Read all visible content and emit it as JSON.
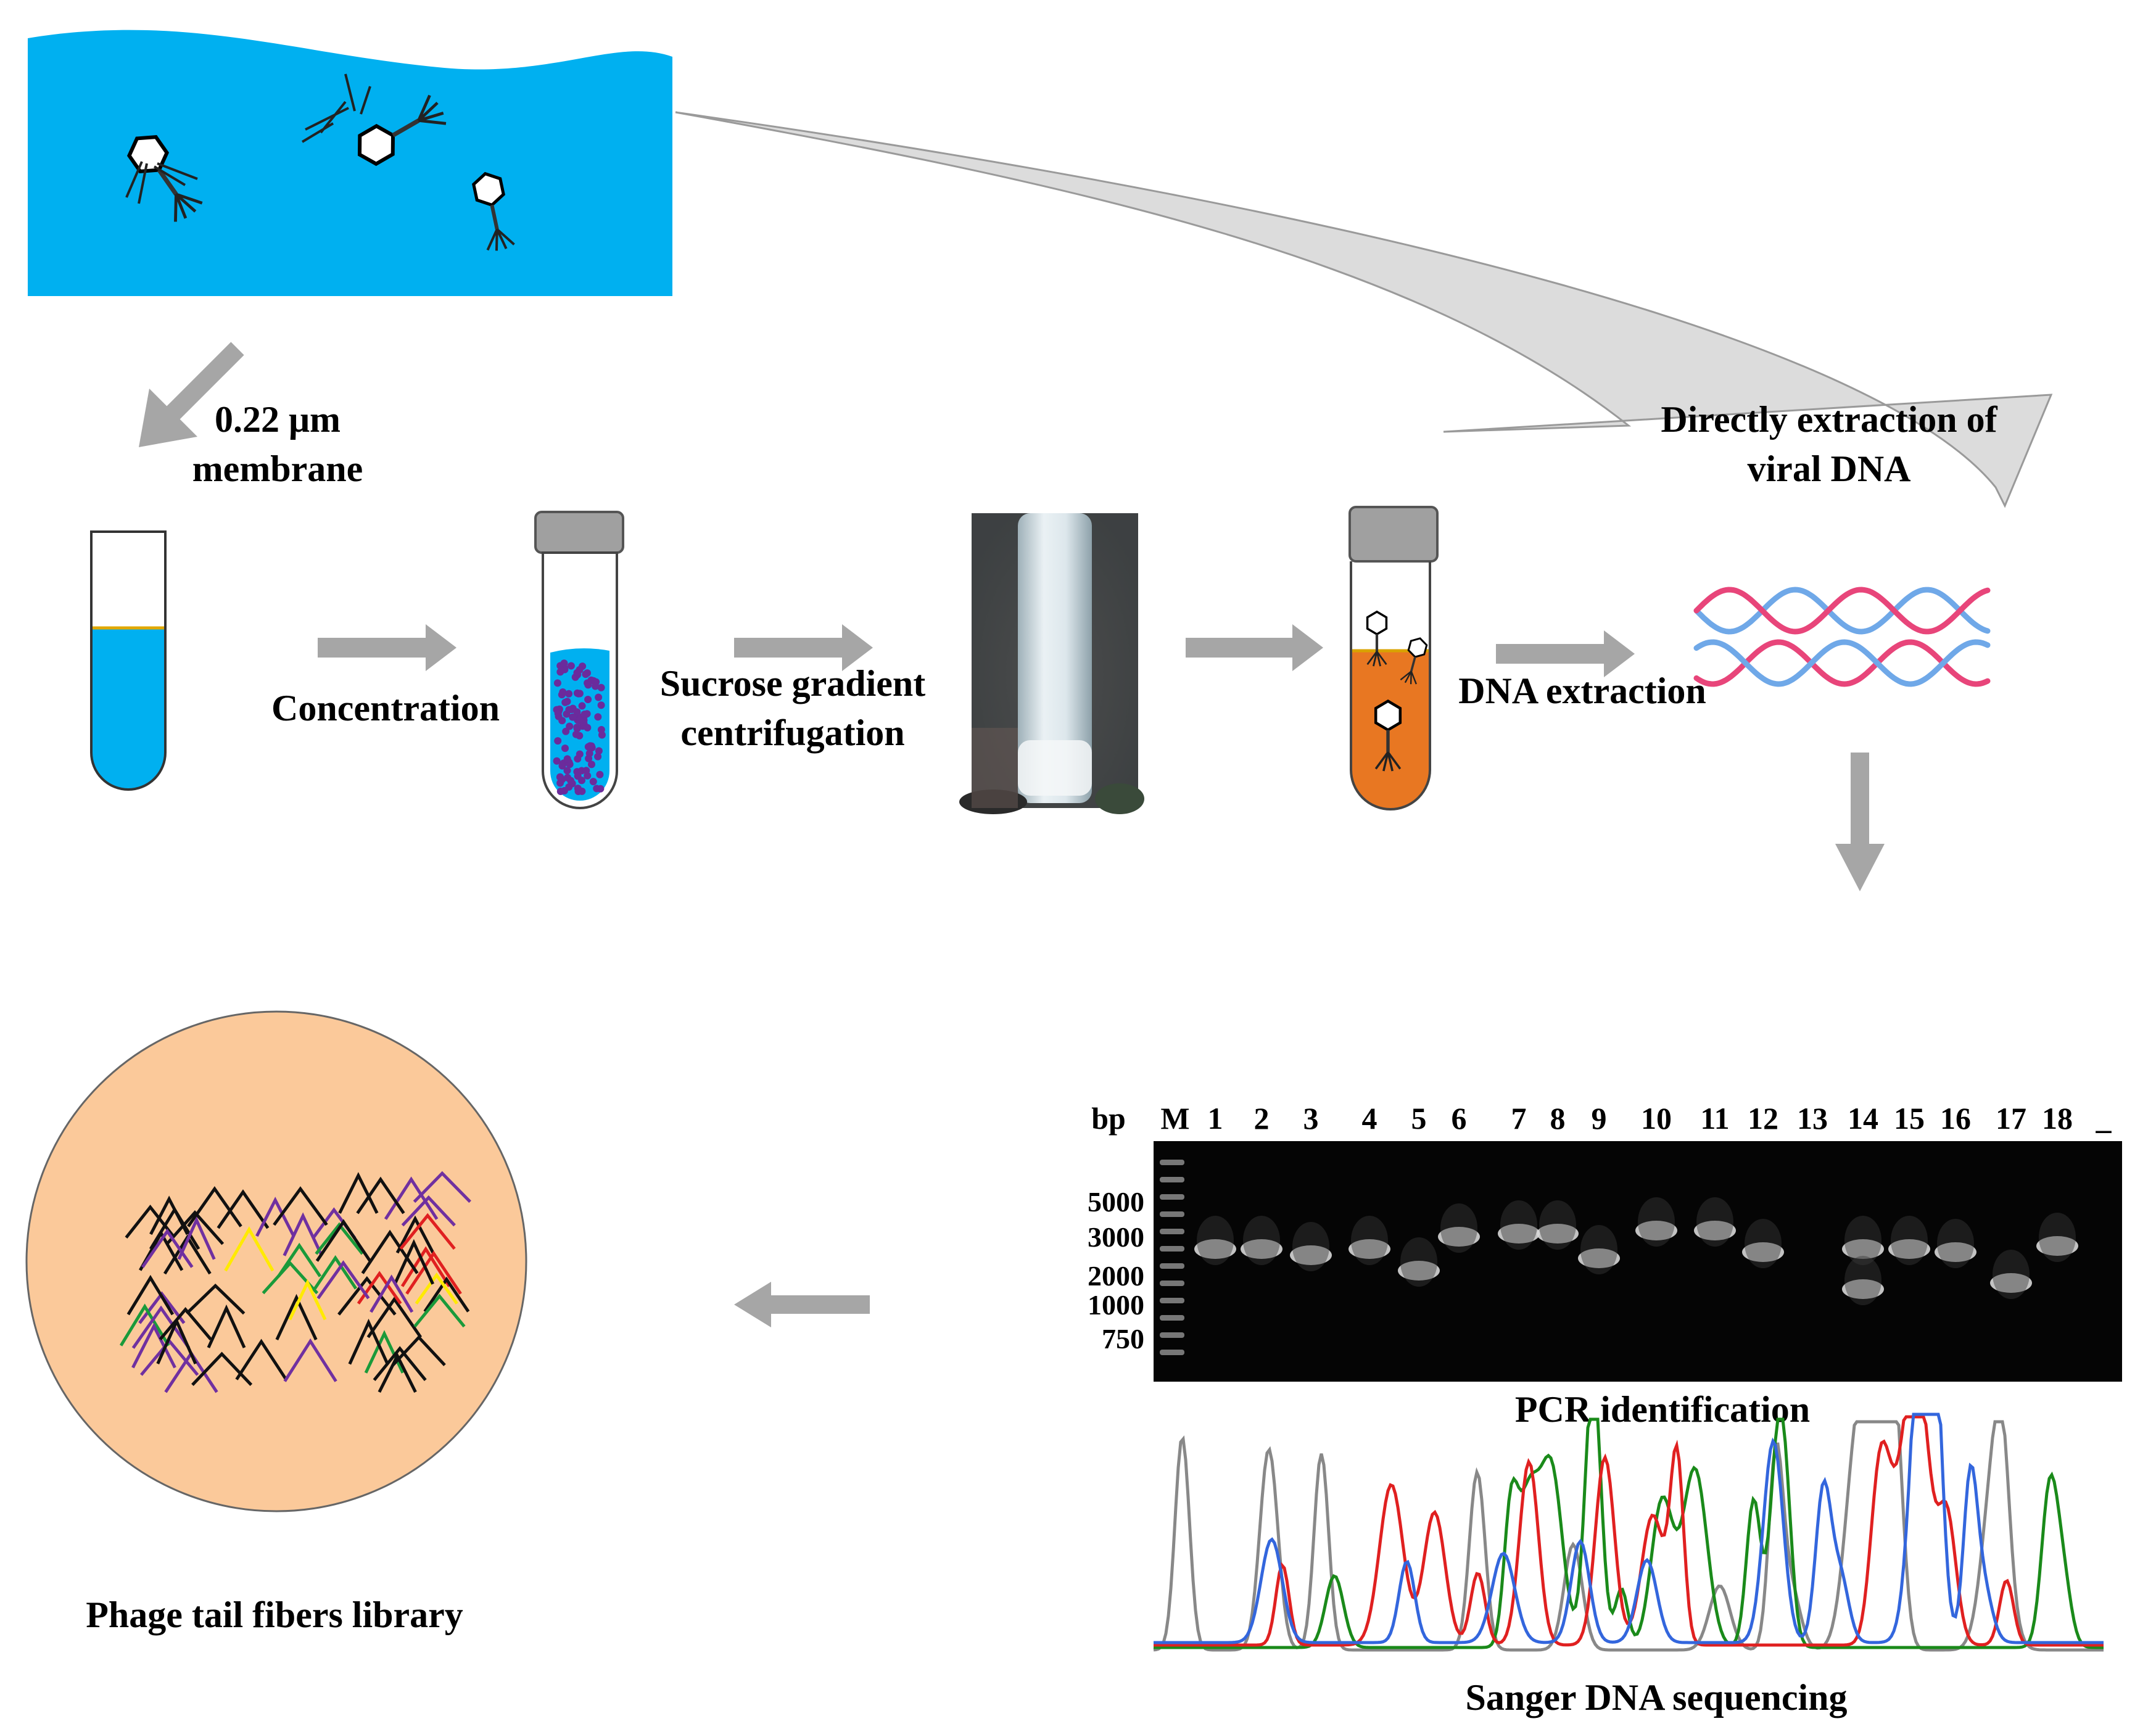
{
  "labels": {
    "membrane": [
      "0.22 μm",
      "membrane"
    ],
    "concentration": "Concentration",
    "sucrose": [
      "Sucrose gradient",
      "centrifugation"
    ],
    "dna_extraction": "DNA extraction",
    "direct": [
      "Directly extraction of",
      "viral DNA"
    ],
    "pcr": "PCR identification",
    "sanger": "Sanger DNA sequencing",
    "library": "Phage tail fibers library"
  },
  "gel": {
    "bp_label": "bp",
    "marker_label": "M",
    "lanes": [
      "1",
      "2",
      "3",
      "4",
      "5",
      "6",
      "7",
      "8",
      "9",
      "10",
      "11",
      "12",
      "13",
      "14",
      "15",
      "16",
      "17",
      "18",
      "_"
    ],
    "ladder": [
      "5000",
      "3000",
      "2000",
      "1000",
      "750"
    ]
  },
  "colors": {
    "water": "#00b0f0",
    "tube_orange": "#e87722",
    "library_disc": "#fbc99a",
    "arrow_gray": "#a6a6a6",
    "dna_pink": "#e8457a",
    "dna_blue": "#6fa8e8"
  },
  "icons": [
    "phage-icon",
    "dna-helix-icon",
    "tail-fiber-icon"
  ]
}
